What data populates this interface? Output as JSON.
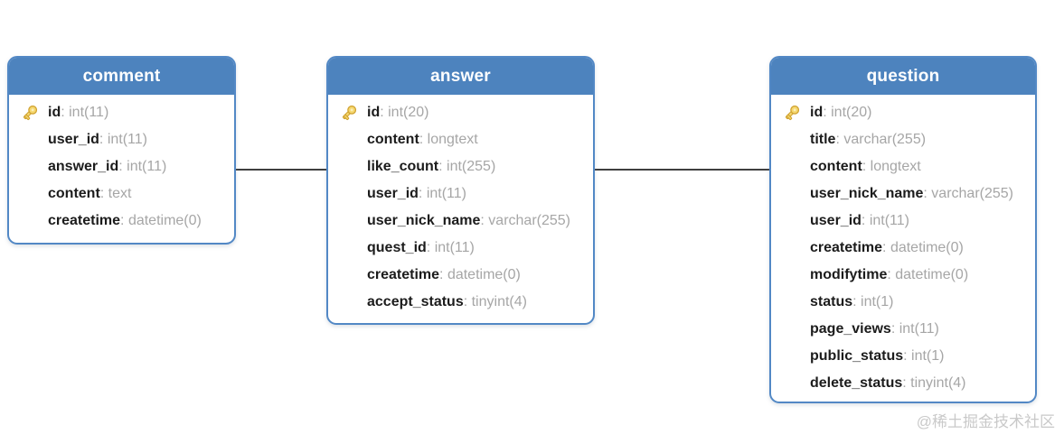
{
  "watermark": "@稀土掘金技术社区",
  "colors": {
    "header_bg": "#4d83be",
    "box_border": "#5288c5",
    "field_name": "#1c1c1c",
    "field_type": "#a6a6a6",
    "connector": "#3f3f3f",
    "header_text": "#ffffff",
    "key_fill": "#f5d76e",
    "key_stroke": "#cfa12f",
    "watermark_color": "#c9c9c9"
  },
  "tables": [
    {
      "name": "comment",
      "fields": [
        {
          "name": "id",
          "type": "int(11)",
          "key": true
        },
        {
          "name": "user_id",
          "type": "int(11)",
          "key": false
        },
        {
          "name": "answer_id",
          "type": "int(11)",
          "key": false
        },
        {
          "name": "content",
          "type": "text",
          "key": false
        },
        {
          "name": "createtime",
          "type": "datetime(0)",
          "key": false
        }
      ]
    },
    {
      "name": "answer",
      "fields": [
        {
          "name": "id",
          "type": "int(20)",
          "key": true
        },
        {
          "name": "content",
          "type": "longtext",
          "key": false
        },
        {
          "name": "like_count",
          "type": "int(255)",
          "key": false
        },
        {
          "name": "user_id",
          "type": "int(11)",
          "key": false
        },
        {
          "name": "user_nick_name",
          "type": "varchar(255)",
          "key": false
        },
        {
          "name": "quest_id",
          "type": "int(11)",
          "key": false
        },
        {
          "name": "createtime",
          "type": "datetime(0)",
          "key": false
        },
        {
          "name": "accept_status",
          "type": "tinyint(4)",
          "key": false
        }
      ]
    },
    {
      "name": "question",
      "fields": [
        {
          "name": "id",
          "type": "int(20)",
          "key": true
        },
        {
          "name": "title",
          "type": "varchar(255)",
          "key": false
        },
        {
          "name": "content",
          "type": "longtext",
          "key": false
        },
        {
          "name": "user_nick_name",
          "type": "varchar(255)",
          "key": false
        },
        {
          "name": "user_id",
          "type": "int(11)",
          "key": false
        },
        {
          "name": "createtime",
          "type": "datetime(0)",
          "key": false
        },
        {
          "name": "modifytime",
          "type": "datetime(0)",
          "key": false
        },
        {
          "name": "status",
          "type": "int(1)",
          "key": false
        },
        {
          "name": "page_views",
          "type": "int(11)",
          "key": false
        },
        {
          "name": "public_status",
          "type": "int(1)",
          "key": false
        },
        {
          "name": "delete_status",
          "type": "tinyint(4)",
          "key": false
        }
      ]
    }
  ],
  "relationships": [
    {
      "from": "comment",
      "to": "answer"
    },
    {
      "from": "answer",
      "to": "question"
    }
  ]
}
